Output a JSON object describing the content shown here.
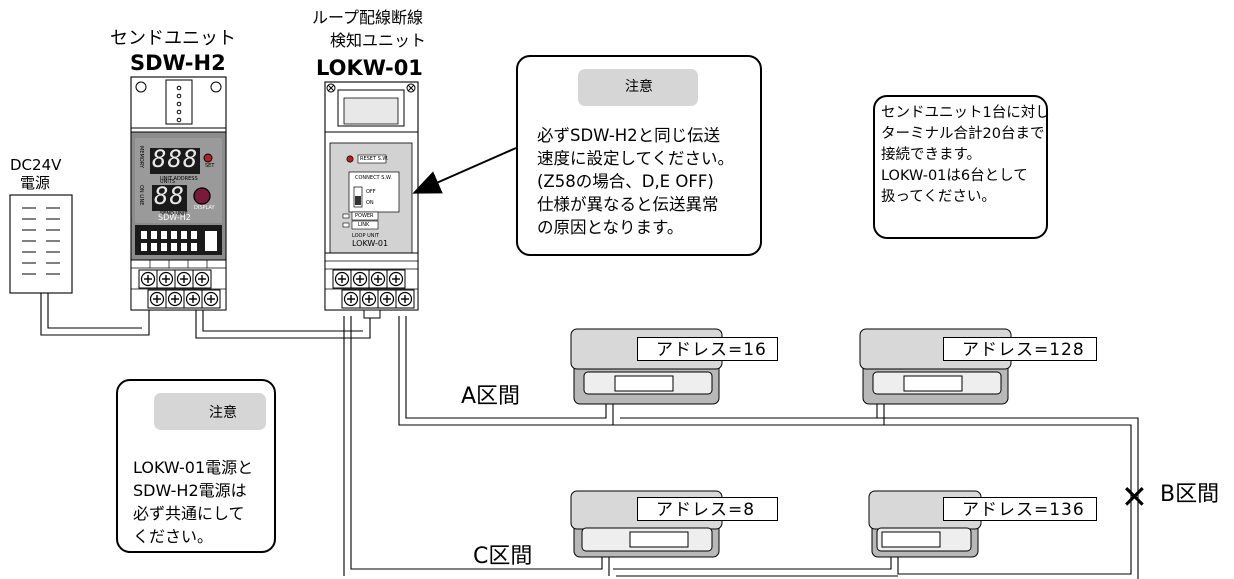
{
  "send_unit": {
    "title": "センドユニット",
    "model": "SDW-H2",
    "panel_labels": [
      "MEMORY",
      "UNIT ADDRESS",
      "UNITS",
      "ON LINE",
      "SEND UNIT",
      "SDW-H2",
      "DISPLAY",
      "SET"
    ],
    "display_top": "888",
    "display_bottom": "88"
  },
  "loop_unit": {
    "title_line1": "ループ配線断線",
    "title_line2": "検知ユニット",
    "model": "LOKW-01",
    "panel_labels": [
      "RESET S.W.",
      "CONNECT S.W.",
      "OFF",
      "ON",
      "POWER",
      "LINK",
      "LOOP UNIT",
      "LOKW-01"
    ]
  },
  "power_supply": {
    "label_line1": "DC24V",
    "label_line2": "電源"
  },
  "note_top": {
    "caution": "注意",
    "lines": [
      "必ずSDW-H2と同じ伝送",
      "速度に設定してください。",
      "(Z58の場合、D,E OFF)",
      "仕様が異なると伝送異常",
      "の原因となります。"
    ]
  },
  "note_right": {
    "lines": [
      "センドユニット1台に対し",
      "ターミナル合計20台まで",
      "接続できます。",
      "LOKW-01は6台として",
      "扱ってください。"
    ]
  },
  "note_left": {
    "caution": "注意",
    "lines": [
      "LOKW-01電源と",
      "SDW-H2電源は",
      "必ず共通にして",
      "ください。"
    ]
  },
  "terminals": [
    {
      "address": "アドレス=16"
    },
    {
      "address": "アドレス=128"
    },
    {
      "address": "アドレス=8"
    },
    {
      "address": "アドレス=136"
    }
  ],
  "sections": {
    "a": "A区間",
    "b": "B区間",
    "c": "C区間"
  },
  "break_mark": "✕"
}
